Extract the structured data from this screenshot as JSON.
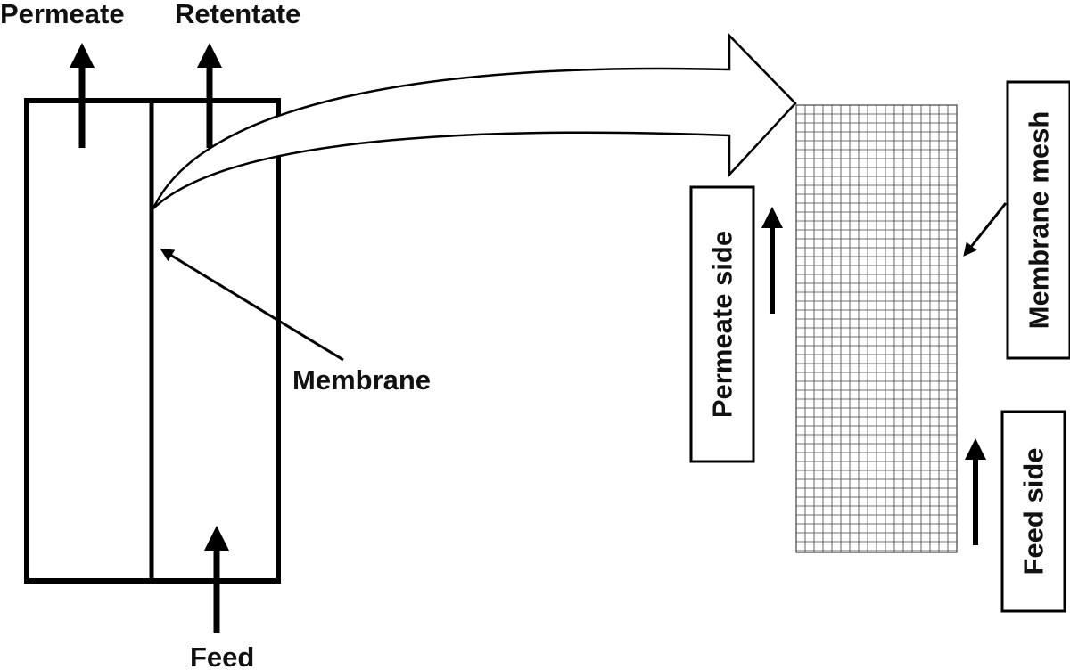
{
  "labels": {
    "permeate": "Permeate",
    "retentate": "Retentate",
    "membrane": "Membrane",
    "feed": "Feed",
    "permeate_side": "Permeate side",
    "membrane_mesh": "Membrane mesh",
    "feed_side": "Feed side"
  },
  "colors": {
    "ink": "#000000",
    "background": "#ffffff",
    "mesh_line": "#444444"
  },
  "icons": [
    "up-arrow-icon",
    "block-arrow-icon",
    "pointer-arrow-icon"
  ]
}
